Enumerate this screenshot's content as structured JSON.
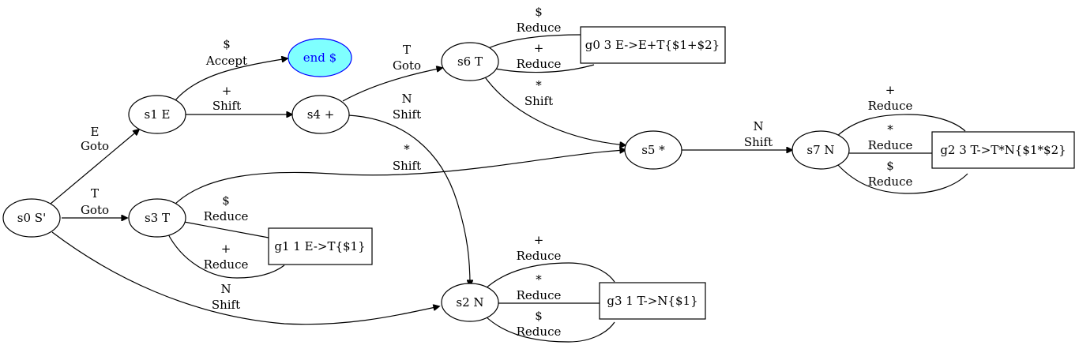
{
  "colors": {
    "accept_fill": "#7fffff",
    "accept_stroke": "#0000ff",
    "accept_text": "#0000ff"
  },
  "nodes": {
    "s0": "s0 S'",
    "s1": "s1 E",
    "s2": "s2 N",
    "s3": "s3 T",
    "s4": "s4 +",
    "s5": "s5 *",
    "s6": "s6 T",
    "s7": "s7 N",
    "end": "end $",
    "g0": "g0 3 E->E+T{$1+$2}",
    "g1": "g1 1 E->T{$1}",
    "g2": "g2 3 T->T*N{$1*$2}",
    "g3": "g3 1 T->N{$1}"
  },
  "edges": {
    "s0_s1": {
      "symbol": "E",
      "action": "Goto"
    },
    "s0_s3": {
      "symbol": "T",
      "action": "Goto"
    },
    "s0_s2": {
      "symbol": "N",
      "action": "Shift"
    },
    "s1_end": {
      "symbol": "$",
      "action": "Accept"
    },
    "s1_s4": {
      "symbol": "+",
      "action": "Shift"
    },
    "s4_s6": {
      "symbol": "T",
      "action": "Goto"
    },
    "s4_s2": {
      "symbol": "N",
      "action": "Shift"
    },
    "s3_s5": {
      "symbol": "*",
      "action": "Shift"
    },
    "s3_g1_dollar": {
      "symbol": "$",
      "action": "Reduce"
    },
    "s3_g1_plus": {
      "symbol": "+",
      "action": "Reduce"
    },
    "s6_g0_dollar": {
      "symbol": "$",
      "action": "Reduce"
    },
    "s6_g0_plus": {
      "symbol": "+",
      "action": "Reduce"
    },
    "s6_s5": {
      "symbol": "*",
      "action": "Shift"
    },
    "s5_s7": {
      "symbol": "N",
      "action": "Shift"
    },
    "s7_g2_plus": {
      "symbol": "+",
      "action": "Reduce"
    },
    "s7_g2_star": {
      "symbol": "*",
      "action": "Reduce"
    },
    "s7_g2_dollar": {
      "symbol": "$",
      "action": "Reduce"
    },
    "s2_g3_plus": {
      "symbol": "+",
      "action": "Reduce"
    },
    "s2_g3_star": {
      "symbol": "*",
      "action": "Reduce"
    },
    "s2_g3_dollar": {
      "symbol": "$",
      "action": "Reduce"
    }
  }
}
